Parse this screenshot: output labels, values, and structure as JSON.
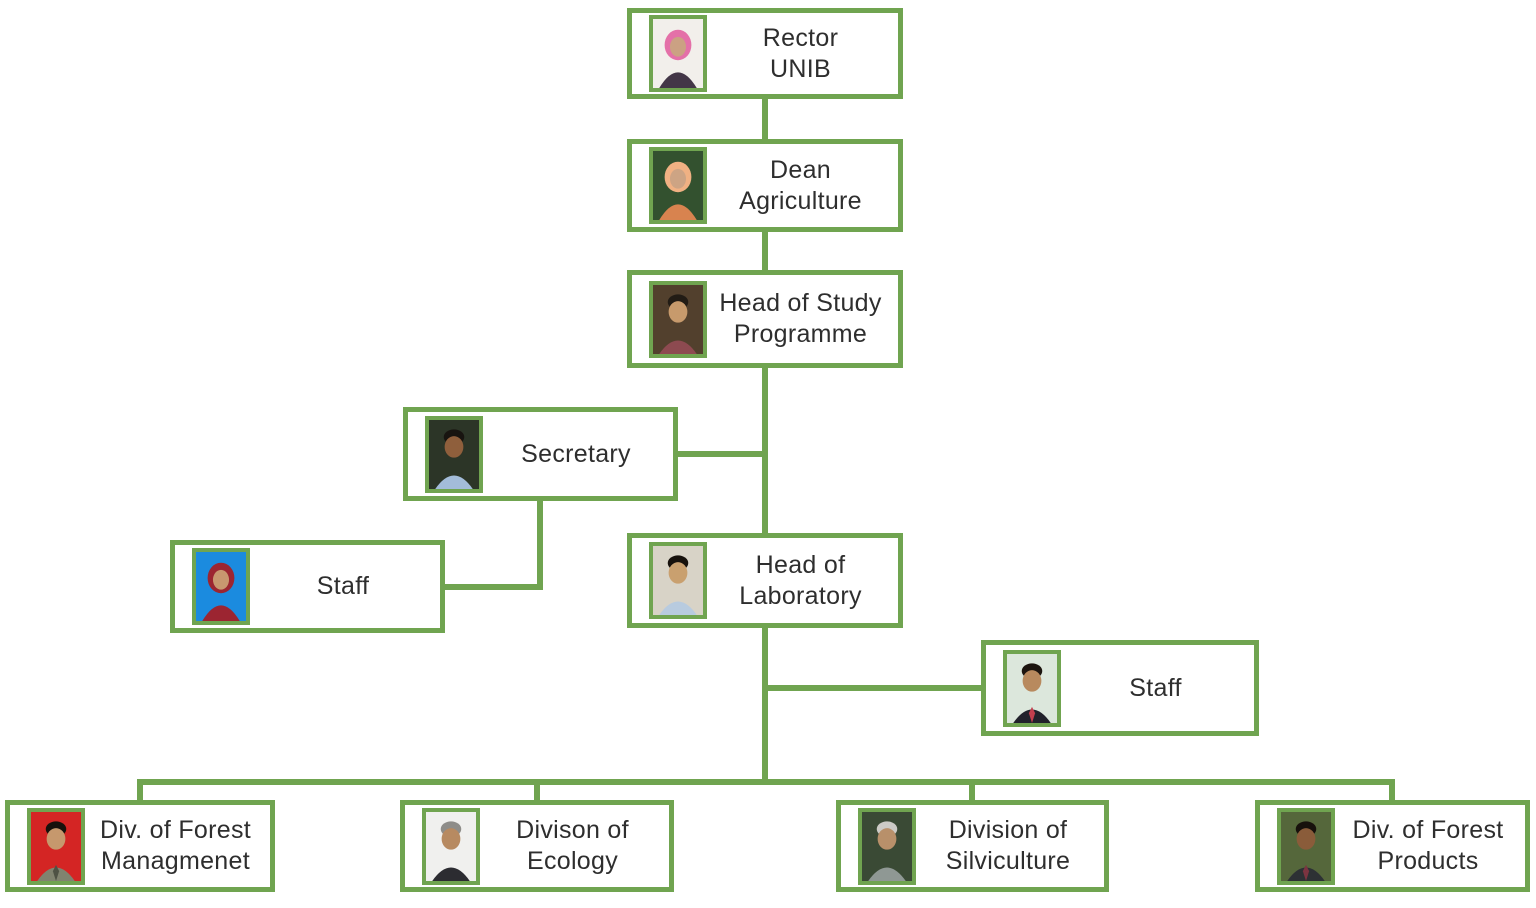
{
  "title": "University organizational structure chart",
  "theme": {
    "accent_green": "#70a450",
    "text_color": "#2e2e2e",
    "box_background": "#ffffff",
    "page_background": "#ffffff"
  },
  "nodes": {
    "rector": {
      "label": "Rector\nUNIB",
      "photo": {
        "desc": "portrait-woman-pink-hijab-floral-vest-white-bg",
        "bg": "#f2efeb",
        "skin": "#cba183",
        "head": "#e470a8",
        "hijab": true,
        "torso": "#433647"
      }
    },
    "dean": {
      "label": "Dean\nAgriculture",
      "photo": {
        "desc": "portrait-woman-peach-hijab-orange-floral-dark-green-bg",
        "bg": "#33512f",
        "skin": "#cda484",
        "head": "#f0b183",
        "hijab": true,
        "torso": "#d8834f"
      }
    },
    "head_study": {
      "label": "Head of Study\nProgramme",
      "photo": {
        "desc": "portrait-man-maroon-striped-shirt-dark-bg",
        "bg": "#52402d",
        "skin": "#c79a6c",
        "head": "#221c15",
        "hijab": false,
        "torso": "#8d4a50"
      }
    },
    "secretary": {
      "label": "Secretary",
      "photo": {
        "desc": "portrait-smiling-man-light-blue-shirt-dark-bg",
        "bg": "#2c3527",
        "skin": "#8f5f3c",
        "head": "#181410",
        "hijab": false,
        "torso": "#a3bcd9"
      }
    },
    "staff_secretariat": {
      "label": "Staff",
      "photo": {
        "desc": "portrait-woman-dark-red-hijab-bright-blue-bg",
        "bg": "#1b8bdf",
        "skin": "#c8976f",
        "head": "#9c2531",
        "hijab": true,
        "torso": "#9c2531"
      }
    },
    "head_lab": {
      "label": "Head of\nLaboratory",
      "photo": {
        "desc": "portrait-man-light-blue-striped-shirt-beige-bg",
        "bg": "#d8d3c7",
        "skin": "#c9a06f",
        "head": "#17110c",
        "hijab": false,
        "torso": "#b8cbdf"
      }
    },
    "staff_lab": {
      "label": "Staff",
      "photo": {
        "desc": "portrait-man-mustache-dark-suit-red-tie-pale-bg",
        "bg": "#dce7dc",
        "skin": "#b88a5e",
        "head": "#1c150f",
        "hijab": false,
        "torso": "#21212b",
        "tie": "#c23f4e"
      }
    },
    "div_forest_mgmt": {
      "label": "Div. of Forest\nManagmenet",
      "photo": {
        "desc": "portrait-man-grey-suit-red-bg",
        "bg": "#d42524",
        "skin": "#c6986d",
        "head": "#17110c",
        "hijab": false,
        "torso": "#80836f",
        "tie": "#4e5244"
      }
    },
    "div_ecology": {
      "label": "Divison of\nEcology",
      "photo": {
        "desc": "portrait-older-man-grey-hair-dark-suit-white-bg",
        "bg": "#f0f0ee",
        "skin": "#b78a61",
        "head": "#8e8d89",
        "hijab": false,
        "torso": "#2c2c31"
      }
    },
    "div_silviculture": {
      "label": "Division of\nSilviculture",
      "photo": {
        "desc": "portrait-older-man-white-hair-glasses-grey-shirt-dark-green-bg",
        "bg": "#3a4a35",
        "skin": "#b8906a",
        "head": "#cccbc6",
        "hijab": false,
        "torso": "#8f9894"
      }
    },
    "div_forest_products": {
      "label": "Div. of Forest\nProducts",
      "photo": {
        "desc": "portrait-man-dark-suit-maroon-tie-foliage-bg",
        "bg": "#55673b",
        "skin": "#8a5c3a",
        "head": "#17110c",
        "hijab": false,
        "torso": "#2d3134",
        "tie": "#7c3440"
      }
    }
  }
}
